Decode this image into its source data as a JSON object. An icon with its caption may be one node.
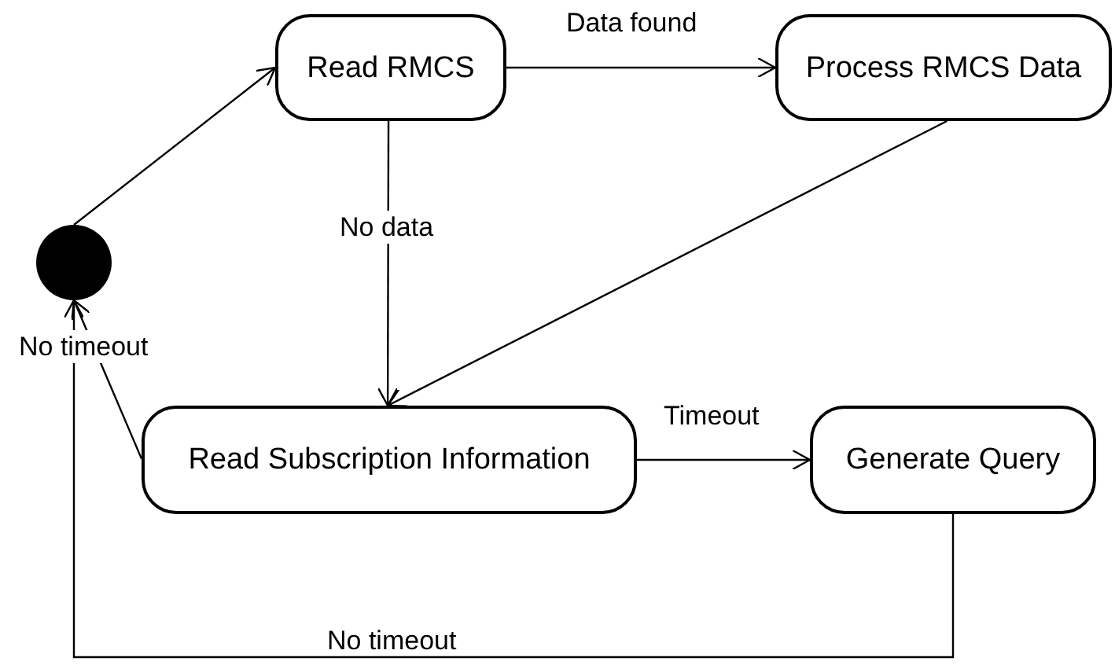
{
  "diagram": {
    "nodes": [
      {
        "text": [],
        "shape": "circle"
      },
      {
        "text": [
          "Read RMCS"
        ]
      },
      {
        "text": [
          "Process RMCS Data"
        ]
      },
      {
        "text": [
          "Read Subscription Information"
        ]
      },
      {
        "text": [
          "Generate Query"
        ]
      }
    ],
    "edges": [
      {
        "from": 0,
        "to": 1,
        "arrow": "to"
      },
      {
        "from": 1,
        "to": 2,
        "label": "Data found",
        "arrow": "to"
      },
      {
        "from": 1,
        "to": 3,
        "label": "No data",
        "arrow": "to"
      },
      {
        "from": 2,
        "to": 3,
        "arrow": "to"
      },
      {
        "from": 3,
        "to": 0,
        "label": "No timeout",
        "arrow": "to"
      },
      {
        "from": 3,
        "to": 4,
        "label": "Timeout",
        "arrow": "to"
      },
      {
        "from": 4,
        "to": 0,
        "label": "No timeout",
        "arrow": "to"
      }
    ]
  }
}
